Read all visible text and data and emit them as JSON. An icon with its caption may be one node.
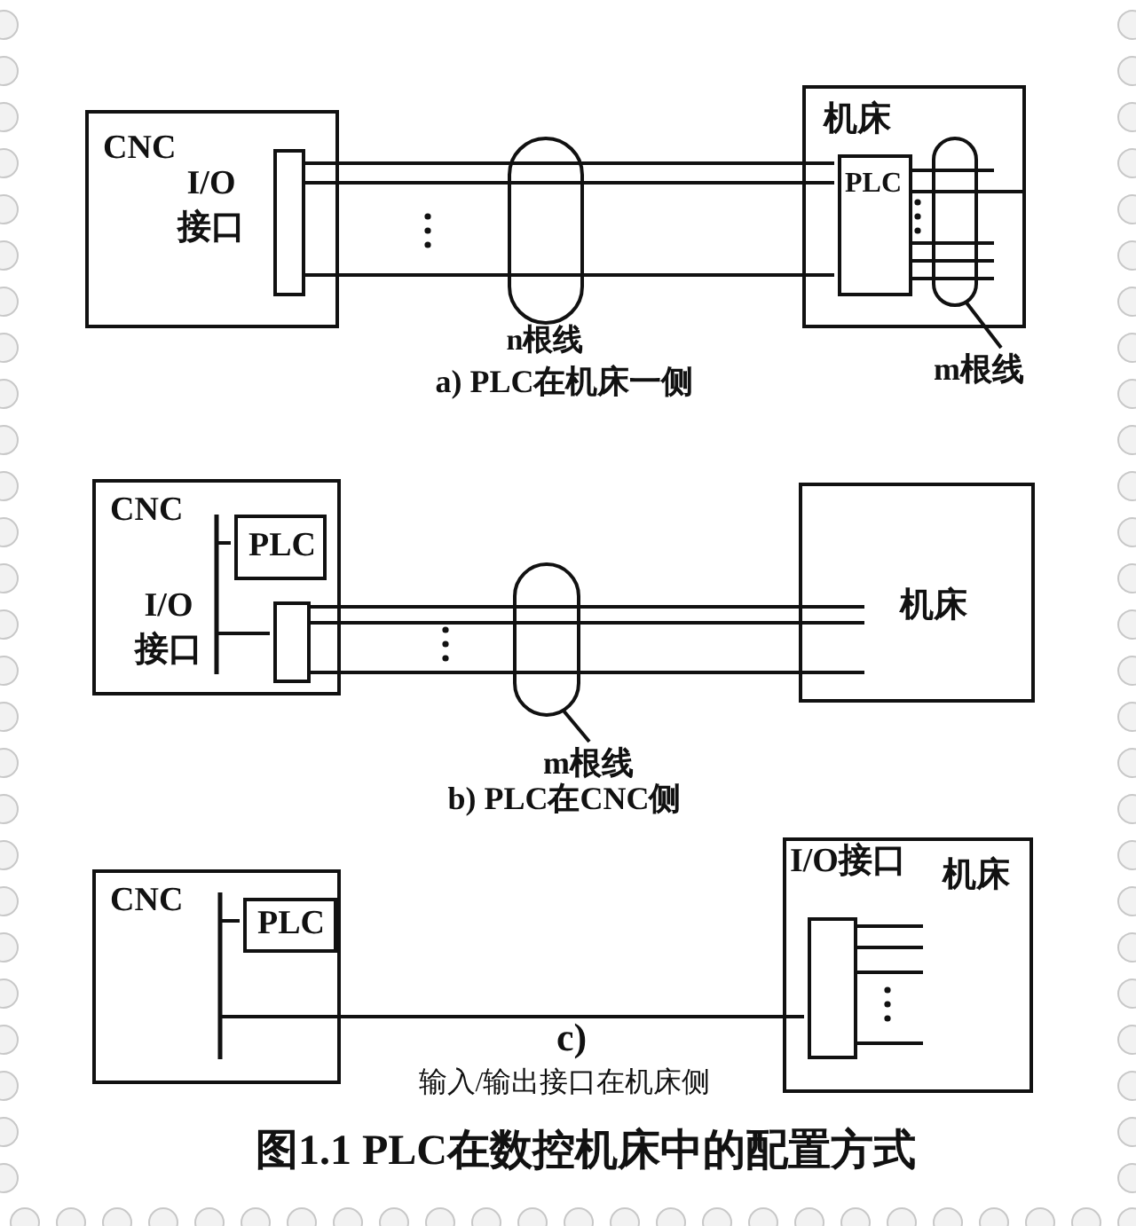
{
  "diagram": {
    "caption": "图1.1 PLC在数控机床中的配置方式",
    "nodes": [
      {
        "text": [
          "CNC"
        ]
      },
      {
        "text": [],
        "shape": "bar",
        "in": 0,
        "beside": [
          "I/O接口"
        ]
      },
      {
        "text": [
          "机床"
        ]
      },
      {
        "text": [
          "PLC"
        ],
        "in": 2
      },
      {
        "text": [
          "m根线"
        ]
      },
      {
        "text": [
          "CNC"
        ]
      },
      {
        "text": [
          "PLC"
        ],
        "in": 5
      },
      {
        "text": [],
        "shape": "bar",
        "in": 5
      },
      {
        "text": [
          "机床"
        ]
      },
      {
        "text": [
          "m根线"
        ]
      },
      {
        "text": [
          "CNC"
        ]
      },
      {
        "text": [
          "PLC"
        ],
        "in": 10
      },
      {
        "text": [
          "机床"
        ]
      },
      {
        "text": [],
        "shape": "bar",
        "in": 12,
        "beside": [
          "I/O接口"
        ]
      }
    ],
    "edges": [
      {
        "from": 1,
        "to": 3,
        "arrow": "none"
      },
      {
        "from": 1,
        "to": 3,
        "arrow": "none"
      },
      {
        "from": 1,
        "to": 3,
        "arrow": "none"
      },
      {
        "from": 3,
        "to": null,
        "arrow": "none"
      },
      {
        "from": 3,
        "to": null,
        "arrow": "none"
      },
      {
        "from": 3,
        "to": null,
        "arrow": "none"
      },
      {
        "from": 3,
        "to": null,
        "arrow": "none"
      },
      {
        "from": 3,
        "to": null,
        "arrow": "none"
      },
      {
        "from": 4,
        "to": null,
        "arrow": "none"
      },
      {
        "from": 6,
        "to": 7,
        "arrow": "none"
      },
      {
        "from": 7,
        "to": 8,
        "arrow": "none"
      },
      {
        "from": 7,
        "to": 8,
        "arrow": "none"
      },
      {
        "from": 7,
        "to": 8,
        "arrow": "none"
      },
      {
        "from": 9,
        "to": null,
        "arrow": "none"
      },
      {
        "from": 11,
        "to": 13,
        "arrow": "none"
      },
      {
        "from": 13,
        "to": null,
        "arrow": "none"
      },
      {
        "from": 13,
        "to": null,
        "arrow": "none"
      },
      {
        "from": 13,
        "to": null,
        "arrow": "none"
      },
      {
        "from": 13,
        "to": null,
        "arrow": "none"
      }
    ],
    "labels": [
      "n根线",
      "a) PLC在机床一侧",
      "I/O接口",
      "b) PLC在CNC侧",
      "c)",
      "输入/输出接口在机床侧"
    ]
  }
}
